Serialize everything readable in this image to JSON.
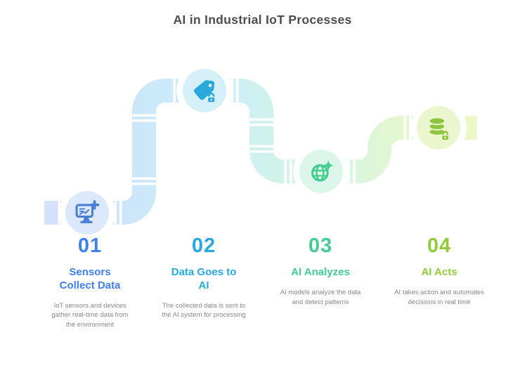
{
  "title": "AI in Industrial IoT Processes",
  "colors": {
    "title_text": "#4d4d4d",
    "description_text": "#8a8a8a",
    "step1_accent": "#4080ee",
    "step2_accent": "#29a9e0",
    "step3_accent": "#43cd92",
    "step4_accent": "#93c93c",
    "pipe_blue": "#d6e0fa",
    "pipe_cyan": "#cdeff9",
    "pipe_mint": "#d4f4e6",
    "pipe_lime": "#ecf8c3"
  },
  "pipeline": {
    "nodes": [
      {
        "icon": "monitor-chart-icon",
        "icon_color": "#4a7fd6",
        "circle_color": "#dce8fb"
      },
      {
        "icon": "tag-lock-icon",
        "icon_color": "#2aa9dd",
        "circle_color": "#d6f0fa"
      },
      {
        "icon": "globe-sparkle-icon",
        "icon_color": "#42cd8e",
        "circle_color": "#dcf7ea"
      },
      {
        "icon": "database-lock-icon",
        "icon_color": "#8cc63f",
        "circle_color": "#ebf6cf"
      }
    ]
  },
  "steps": [
    {
      "number": "01",
      "heading": "Sensors Collect Data",
      "description": "IoT sensors and devices gather real-time data from the environment"
    },
    {
      "number": "02",
      "heading": "Data Goes to AI",
      "description": "The collected data is sent to the AI system for processing"
    },
    {
      "number": "03",
      "heading": "AI Analyzes",
      "description": "AI models analyze the data and detect patterns"
    },
    {
      "number": "04",
      "heading": "AI Acts",
      "description": "AI takes action and automates decisions in real time"
    }
  ]
}
